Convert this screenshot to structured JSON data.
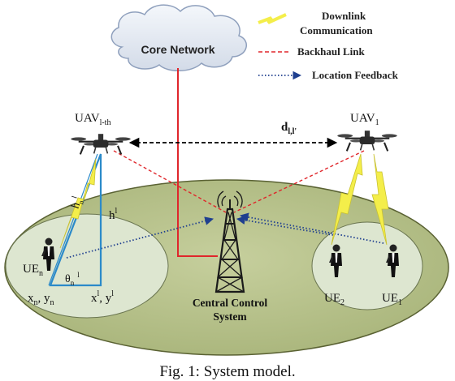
{
  "cloud": {
    "label": "Core Network"
  },
  "legend": {
    "downlink_line1": "Downlink",
    "downlink_line2": "Communication",
    "backhaul": "Backhaul Link",
    "feedback": "Location Feedback"
  },
  "uav_left": {
    "name": "UAV",
    "sub": "l-th"
  },
  "uav_right": {
    "name": "UAV",
    "sub": "1"
  },
  "distance": {
    "symbol": "d",
    "sub": "l,l'"
  },
  "heights": {
    "slant_symbol": "h",
    "slant_sub": "n",
    "slant_sup": "l",
    "vertical_symbol": "h",
    "vertical_sup": "l",
    "angle_symbol": "θ",
    "angle_sub": "n",
    "angle_sup": "l"
  },
  "user_left": {
    "name": "UE",
    "sub": "n"
  },
  "coords_user": {
    "x": "x",
    "x_sub": "n",
    "y": "y",
    "y_sub": "n"
  },
  "coords_uav": {
    "x": "x",
    "x_sup": "l",
    "y": "y",
    "y_sup": "l"
  },
  "tower": {
    "line1": "Central Control",
    "line2": "System"
  },
  "users_right": [
    {
      "name": "UE",
      "sub": "2"
    },
    {
      "name": "UE",
      "sub": "1"
    }
  ],
  "caption": "Fig. 1: System model.",
  "colors": {
    "ground_fill": "#b5c089",
    "cell_fill": "#dde6d0",
    "cloud_fill": "#e4eaf3",
    "backhaul": "#e0262b",
    "wired": "#e0262b",
    "feedback": "#1f3f8f",
    "downlink": "#f4ee4a",
    "triangle": "#2b8ac9"
  }
}
